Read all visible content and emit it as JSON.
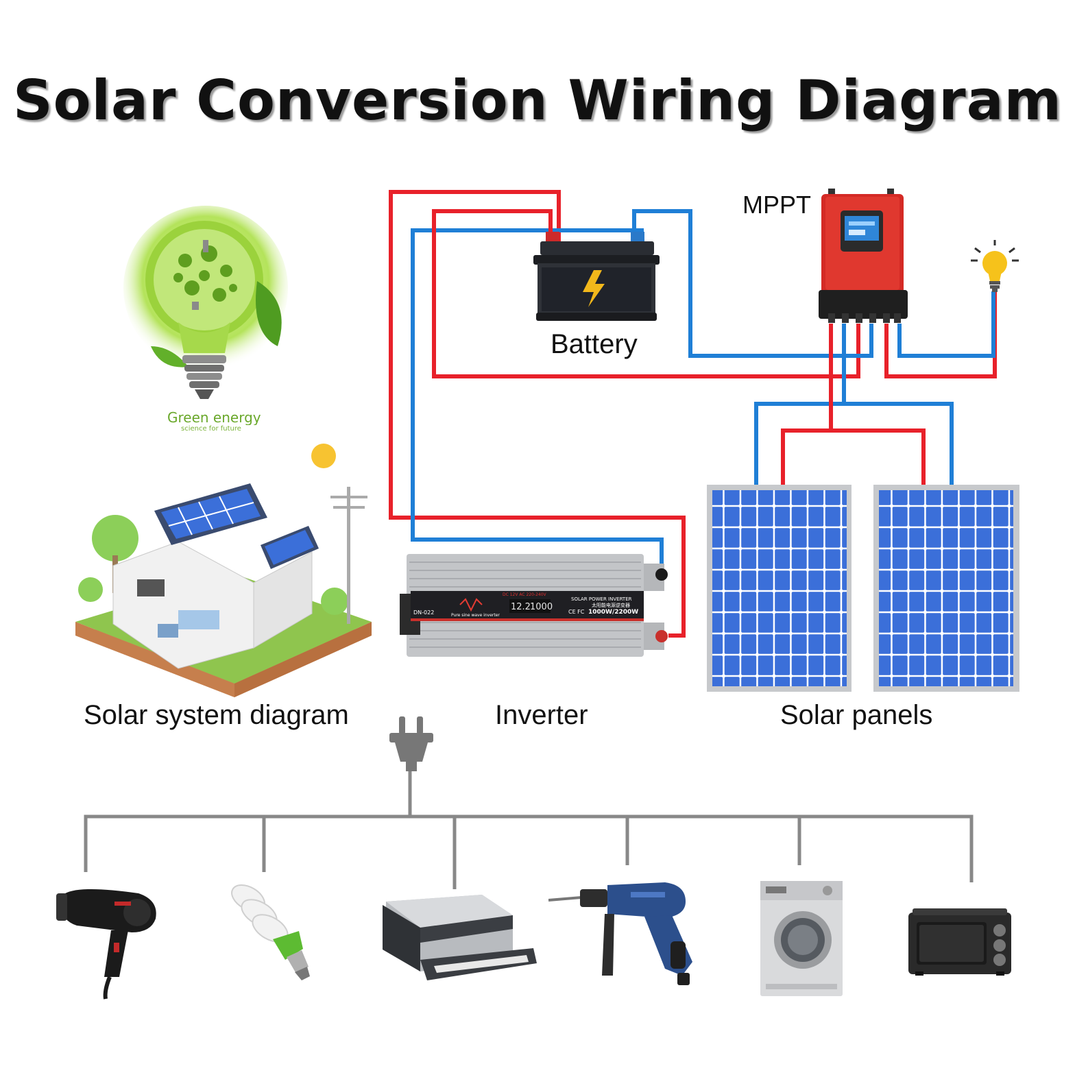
{
  "title": "Solar Conversion Wiring Diagram",
  "labels": {
    "mppt": "MPPT",
    "battery": "Battery",
    "solar_system": "Solar system diagram",
    "inverter": "Inverter",
    "solar_panels": "Solar panels"
  },
  "logo": {
    "main": "Green energy",
    "tagline": "science for future"
  },
  "inverter_panel": {
    "model": "DN-022",
    "spec": "DC 12V AC 220-240V",
    "type": "Pure sine wave inverter",
    "brand": "SOLAR POWER INVERTER",
    "brand_cn": "太阳能电源逆变器",
    "cert": "CE FC",
    "rating": "1000W/2200W",
    "reading_v": "12.2",
    "reading_w": "1000"
  },
  "colors": {
    "positive_wire": "#e8212a",
    "negative_wire": "#1f7fd6",
    "load_line": "#888888",
    "mppt_body": "#d42a25",
    "panel_cell": "#3b6fd9",
    "bulb_yellow": "#f6c21b"
  },
  "icons": [
    "green-energy-bulb-icon",
    "solar-house-icon",
    "battery-icon",
    "mppt-controller-icon",
    "light-bulb-icon",
    "inverter-icon",
    "solar-panel-icon",
    "plug-icon",
    "hair-dryer-icon",
    "cfl-bulb-icon",
    "printer-icon",
    "drill-icon",
    "washing-machine-icon",
    "microwave-oven-icon"
  ]
}
